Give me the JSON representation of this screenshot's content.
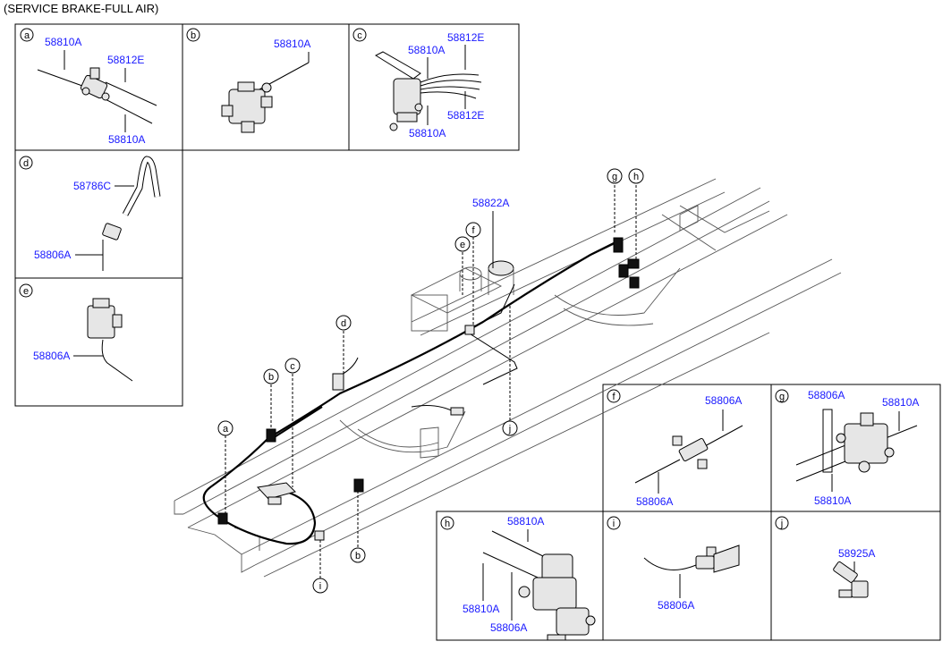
{
  "title": "(SERVICE BRAKE-FULL AIR)",
  "panels": [
    {
      "letter": "a",
      "parts": [
        "58810A",
        "58812E",
        "58810A"
      ]
    },
    {
      "letter": "b",
      "parts": [
        "58810A"
      ]
    },
    {
      "letter": "c",
      "parts": [
        "58812E",
        "58810A",
        "58812E",
        "58810A"
      ]
    },
    {
      "letter": "d",
      "parts": [
        "58786C",
        "58806A"
      ]
    },
    {
      "letter": "e",
      "parts": [
        "58806A"
      ]
    },
    {
      "letter": "f",
      "parts": [
        "58806A",
        "58806A"
      ]
    },
    {
      "letter": "g",
      "parts": [
        "58806A",
        "58810A",
        "58810A"
      ]
    },
    {
      "letter": "h",
      "parts": [
        "58810A",
        "58810A",
        "58806A"
      ]
    },
    {
      "letter": "i",
      "parts": [
        "58806A"
      ]
    },
    {
      "letter": "j",
      "parts": [
        "58925A"
      ]
    }
  ],
  "main_callouts": {
    "part": "58822A",
    "letters": [
      "g",
      "h",
      "f",
      "e",
      "d",
      "b",
      "c",
      "a",
      "j",
      "b",
      "i"
    ]
  }
}
